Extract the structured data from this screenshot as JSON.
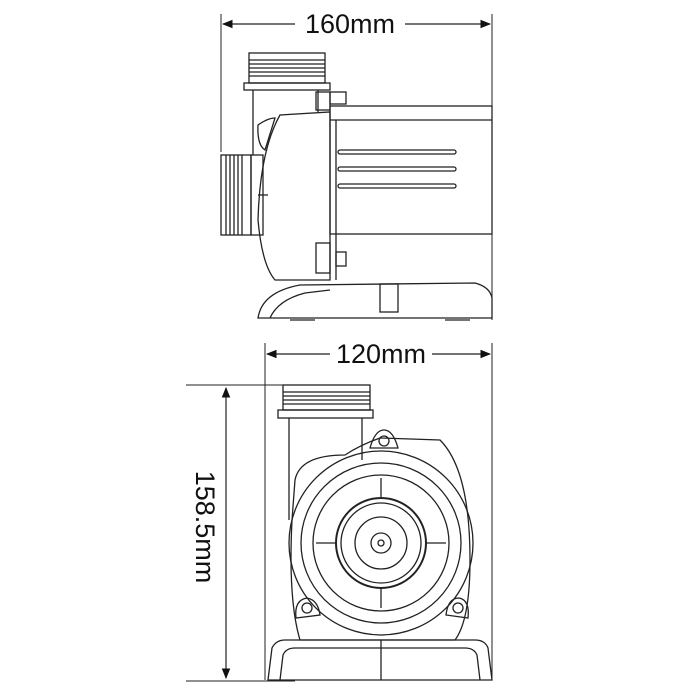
{
  "diagram": {
    "side_view": {
      "width_label": "160mm"
    },
    "front_view": {
      "width_label": "120mm",
      "height_label": "158.5mm"
    },
    "colors": {
      "line": "#222222",
      "background": "#ffffff"
    }
  }
}
